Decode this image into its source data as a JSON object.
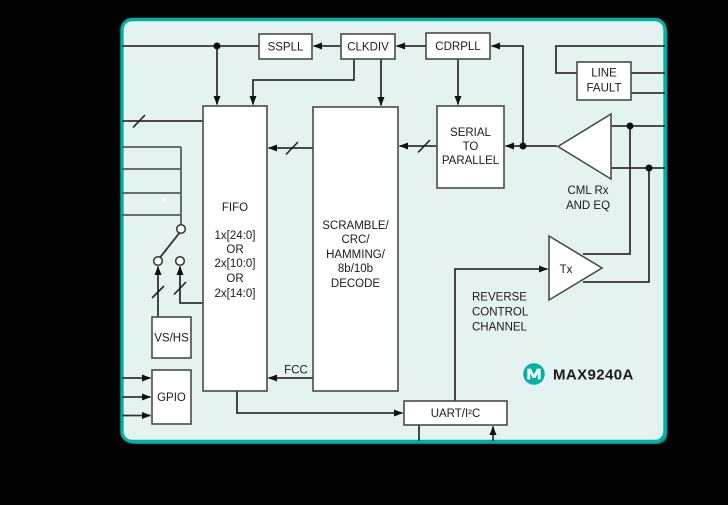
{
  "part": "MAX9240A",
  "colors": {
    "background": "#000000",
    "card_fill": "#e4f3f0",
    "card_border": "#00b1a7",
    "card_shadow": "#0c7f77",
    "wire": "#333333",
    "brand": "#00b2a9"
  },
  "blocks": {
    "sspll": {
      "label": "SSPLL"
    },
    "clkdiv": {
      "label": "CLKDIV"
    },
    "cdrpll": {
      "label": "CDRPLL"
    },
    "line_fault": {
      "line1": "LINE",
      "line2": "FAULT"
    },
    "serial_to_parallel": {
      "line1": "SERIAL",
      "line2": "TO",
      "line3": "PARALLEL"
    },
    "fifo": {
      "title": "FIFO",
      "opt1": "1x[24:0]",
      "or1": "OR",
      "opt2": "2x[10:0]",
      "or2": "OR",
      "opt3": "2x[14:0]"
    },
    "scramble": {
      "line1": "SCRAMBLE/",
      "line2": "CRC/",
      "line3": "HAMMING/",
      "line4": "8b/10b",
      "line5": "DECODE"
    },
    "vs_hs": {
      "label": "VS/HS"
    },
    "gpio": {
      "label": "GPIO"
    },
    "uart_i2c": {
      "label": "UART/I²C"
    },
    "cml_rx": {
      "line1": "CML Rx",
      "line2": "AND EQ"
    },
    "tx": {
      "label": "Tx"
    }
  },
  "annotations": {
    "fcc": "FCC",
    "reverse_line1": "REVERSE",
    "reverse_line2": "CONTROL",
    "reverse_line3": "CHANNEL"
  }
}
